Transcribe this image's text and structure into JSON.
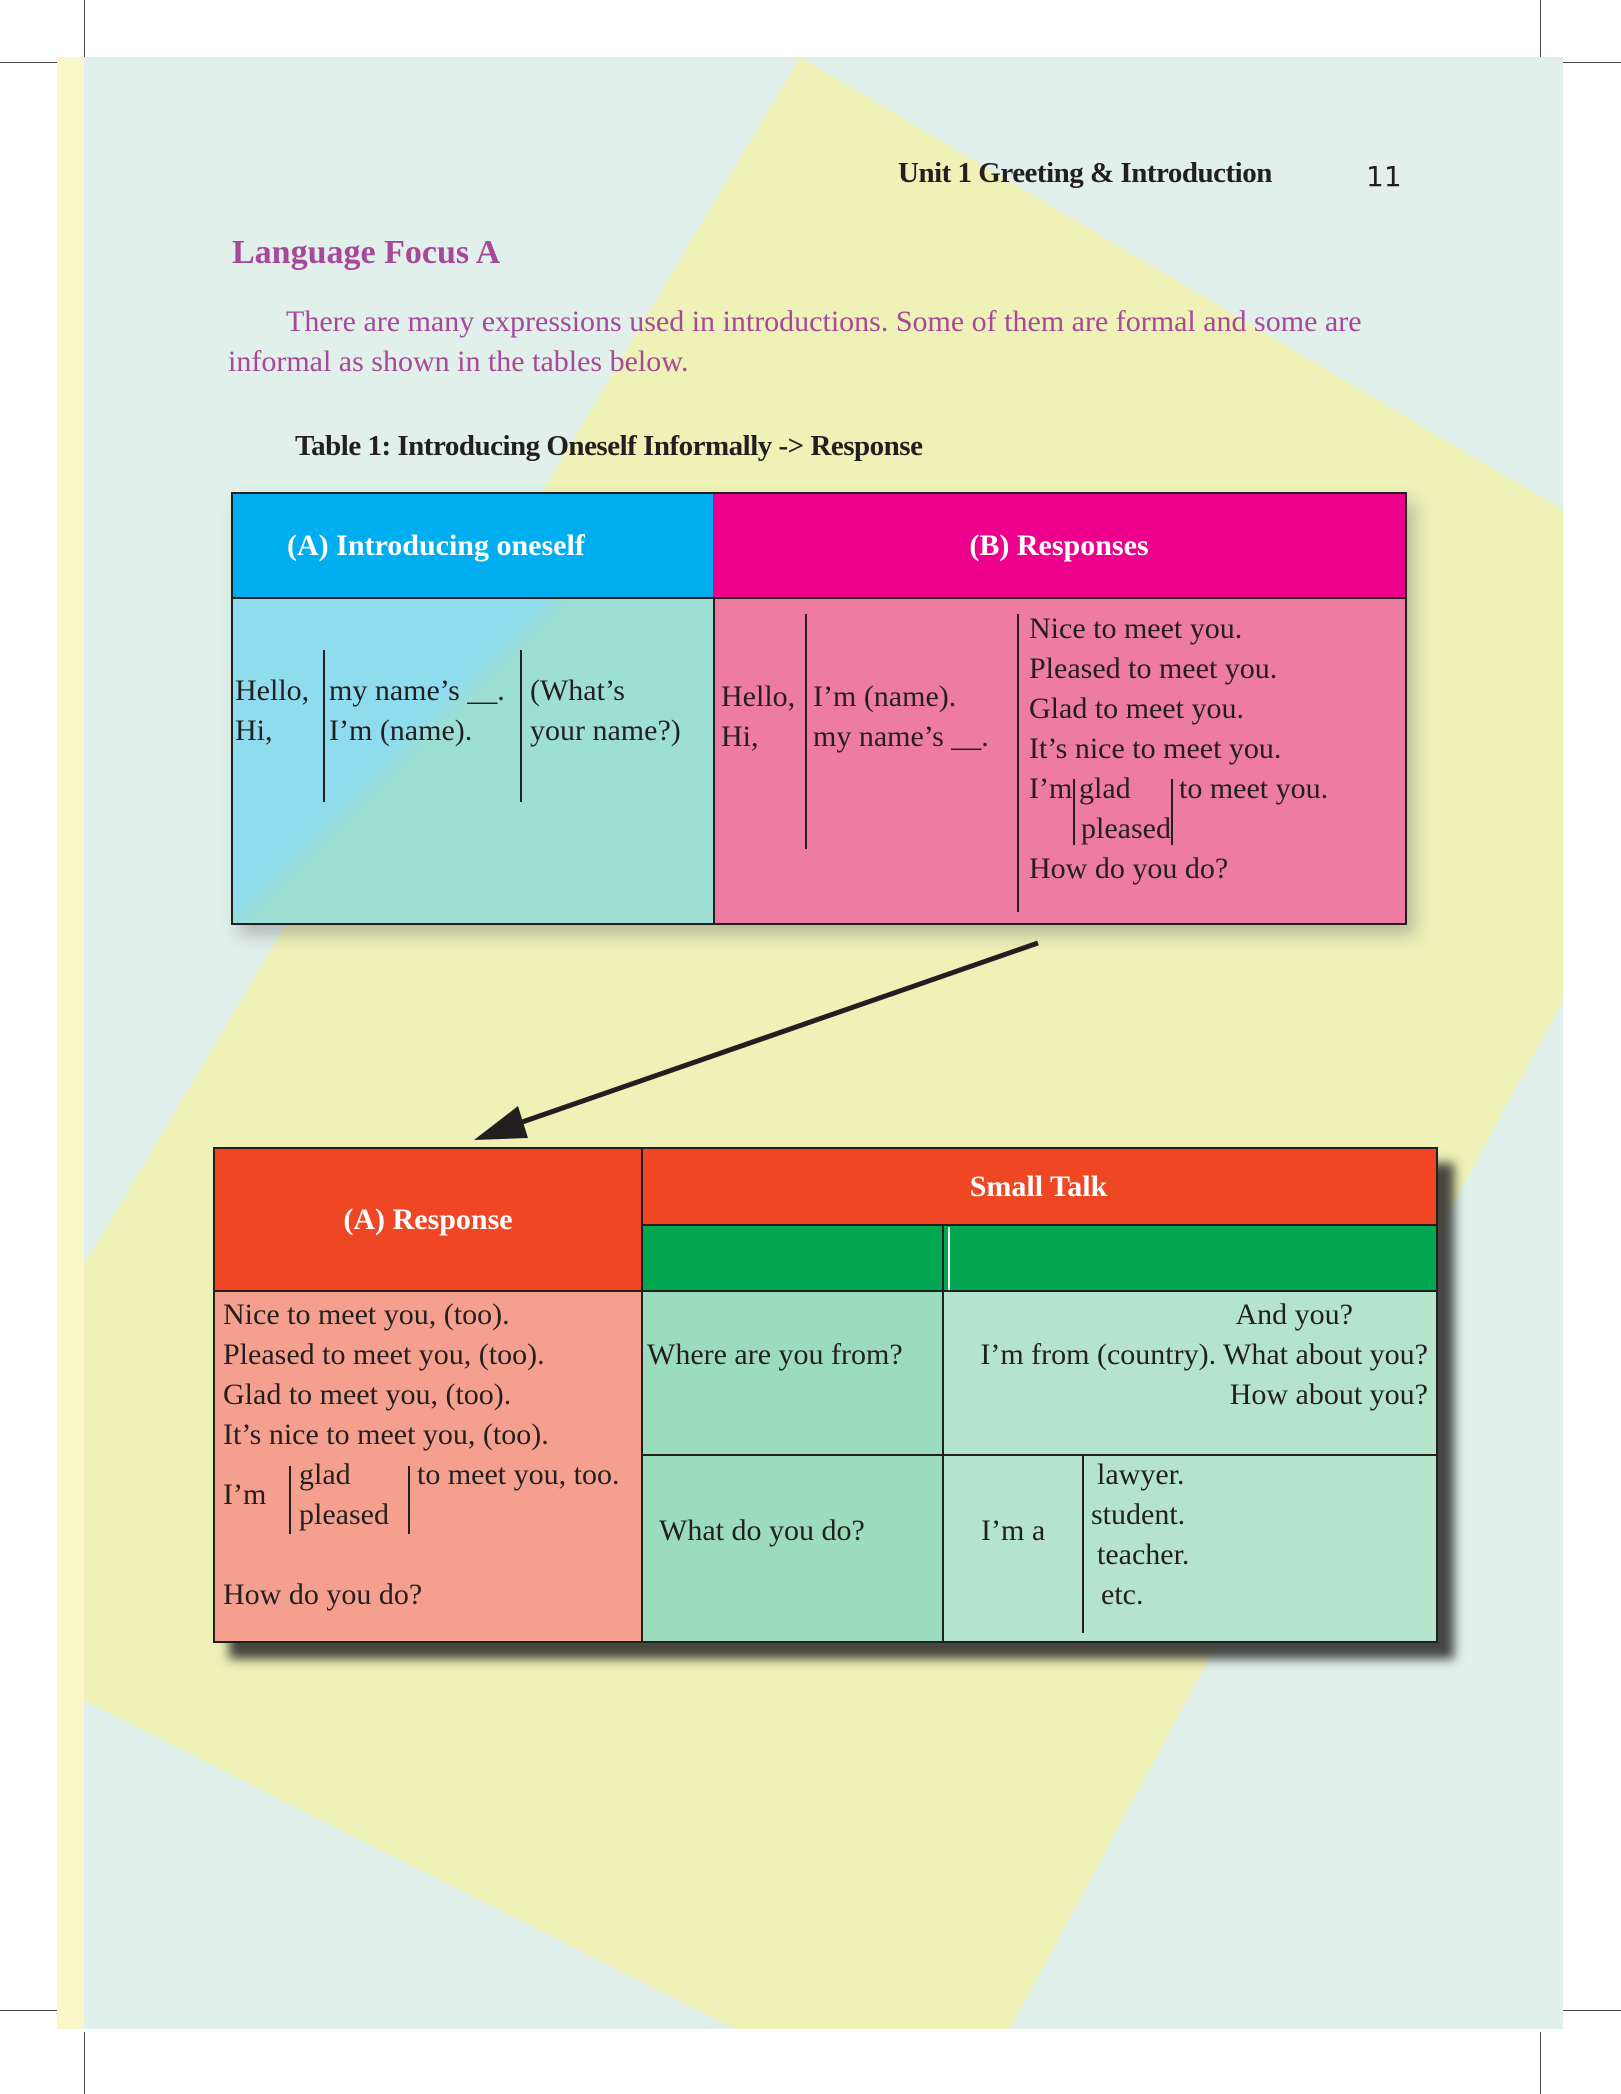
{
  "header": {
    "running_head": "Unit  1  Greeting & Introduction",
    "page_number": "11"
  },
  "section": {
    "heading": "Language Focus A",
    "paragraph": "There are many expressions used in introductions.  Some of them are formal and some are informal as shown in the tables below."
  },
  "table1": {
    "caption": "Table 1:  Introducing Oneself Informally  -> Response",
    "col_a_header": "(A)  Introducing  oneself",
    "col_b_header": "(B)  Responses",
    "a_greetings": [
      "Hello,",
      "Hi,"
    ],
    "a_names": [
      "my name’s __.",
      "I’m (name)."
    ],
    "a_question": [
      "(What’s",
      "your name?)"
    ],
    "b_greetings": [
      "Hello,",
      "Hi,"
    ],
    "b_names": [
      "I’m (name).",
      "my name’s __."
    ],
    "b_responses": [
      "Nice to meet you.",
      "Pleased to meet you.",
      "Glad to meet you.",
      "It’s nice to meet you."
    ],
    "b_im": "I’m",
    "b_options": [
      "glad",
      "pleased"
    ],
    "b_tail": "to meet you.",
    "b_last": "How do you do?"
  },
  "table2": {
    "col_a_header": "(A)  Response",
    "small_talk_header": "Small Talk",
    "a_lines": [
      "Nice to meet you, (too).",
      "Pleased to meet you, (too).",
      "Glad to meet you, (too).",
      "It’s nice to meet you, (too)."
    ],
    "a_im": "I’m",
    "a_options": [
      "glad",
      "pleased"
    ],
    "a_tail": "to meet you, too.",
    "a_last": "How do you do?",
    "q1": "Where are you from?",
    "r1": [
      "And you?",
      "I’m from (country). What about you?",
      "How about you?"
    ],
    "q2": "What do you do?",
    "r2_prefix": "I’m a",
    "r2_options": [
      "lawyer.",
      "student.",
      "teacher.",
      "etc."
    ]
  },
  "colors": {
    "accent_text": "#a8489a",
    "cyan_header": "#00aeef",
    "magenta_header": "#ec008c",
    "orange_header": "#ef4723",
    "green_header": "#00a650"
  }
}
